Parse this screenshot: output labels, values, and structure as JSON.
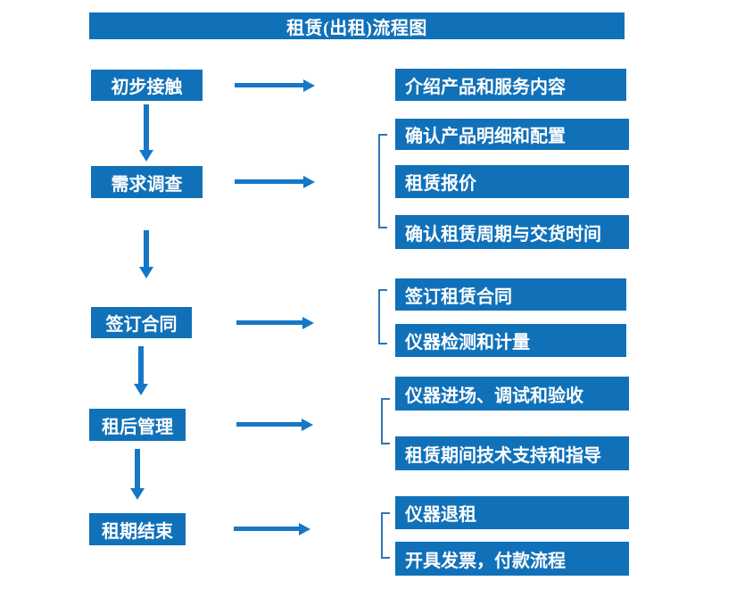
{
  "title": "租赁(出租)流程图",
  "colors": {
    "box_blue": "#1071B9",
    "arrow_blue": "#1577C6",
    "bracket_blue": "#2E75B6",
    "text": "#FFFFFF",
    "background": "#FFFFFF"
  },
  "steps": [
    {
      "label": "初步接触",
      "details": [
        "介绍产品和服务内容"
      ]
    },
    {
      "label": "需求调查",
      "details": [
        "确认产品明细和配置",
        "租赁报价",
        "确认租赁周期与交货时间"
      ]
    },
    {
      "label": "签订合同",
      "details": [
        "签订租赁合同",
        "仪器检测和计量"
      ]
    },
    {
      "label": "租后管理",
      "details": [
        "仪器进场、调试和验收",
        "租赁期间技术支持和指导"
      ]
    },
    {
      "label": "租期结束",
      "details": [
        "仪器退租",
        "开具发票，付款流程"
      ]
    }
  ]
}
